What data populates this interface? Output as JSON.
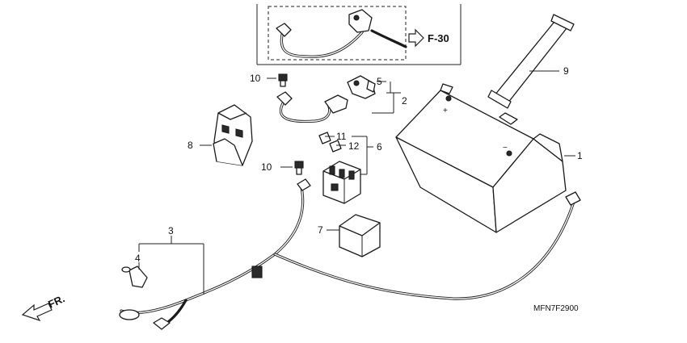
{
  "callouts": [
    {
      "id": "1",
      "text": "1"
    },
    {
      "id": "2",
      "text": "2"
    },
    {
      "id": "3",
      "text": "3"
    },
    {
      "id": "4",
      "text": "4"
    },
    {
      "id": "5",
      "text": "5"
    },
    {
      "id": "6",
      "text": "6"
    },
    {
      "id": "7",
      "text": "7"
    },
    {
      "id": "8",
      "text": "8"
    },
    {
      "id": "9",
      "text": "9"
    },
    {
      "id": "10a",
      "text": "10"
    },
    {
      "id": "10b",
      "text": "10"
    },
    {
      "id": "11",
      "text": "11"
    },
    {
      "id": "12",
      "text": "12"
    }
  ],
  "reference": "F-30",
  "front_label": "FR.",
  "diagram_code": "MFN7F2900"
}
